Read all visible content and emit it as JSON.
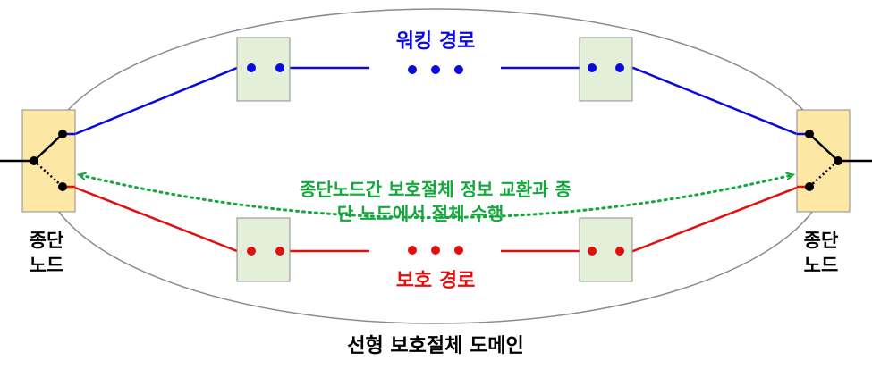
{
  "labels": {
    "working_path": "워킹 경로",
    "protection_path": "보호 경로",
    "domain_title": "선형 보호절체 도메인",
    "end_node_left_line1": "종단",
    "end_node_left_line2": "노드",
    "end_node_right_line1": "종단",
    "end_node_right_line2": "노드",
    "exchange_line1": "종단노드간 보호절체 정보 교환과 종",
    "exchange_line2": "단 노드에서 절체 수행"
  },
  "colors": {
    "working": "#0a0adf",
    "protection": "#e11010",
    "exchange": "#14a83c",
    "end_node_fill": "#fde7a4",
    "mid_node_fill": "#e3efd9",
    "domain_outline": "#8c8c8c"
  }
}
